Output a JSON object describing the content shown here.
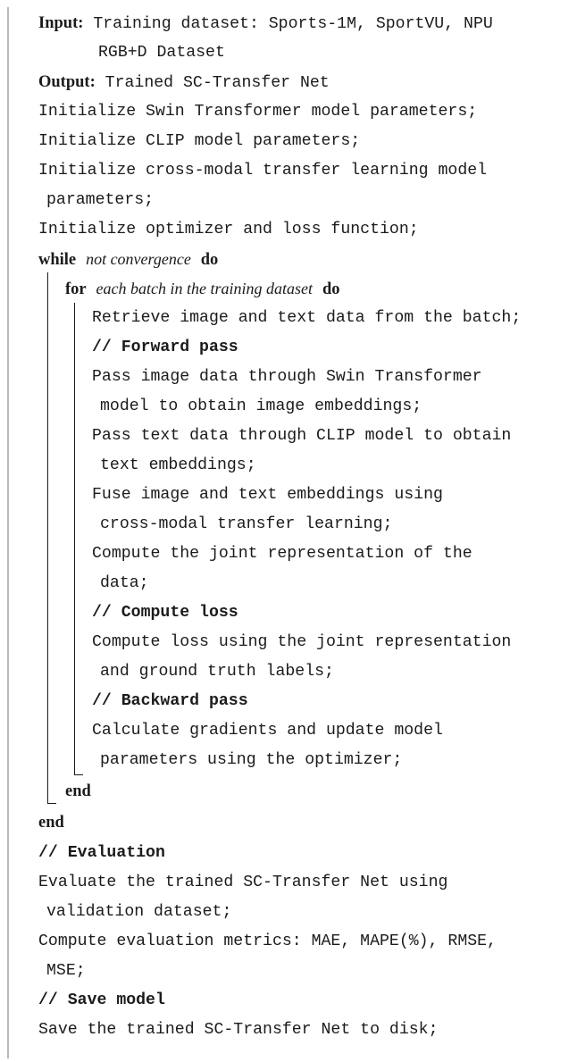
{
  "input": {
    "label": "Input:",
    "text": "Training dataset: Sports-1M, SportVU, NPU",
    "cont": "RGB+D Dataset"
  },
  "output": {
    "label": "Output:",
    "text": "Trained SC-Transfer Net"
  },
  "init": [
    "Initialize Swin Transformer model parameters;",
    "Initialize CLIP model parameters;",
    "Initialize cross-modal transfer learning model",
    "parameters;",
    "Initialize optimizer and loss function;"
  ],
  "while_loop": {
    "kw": "while",
    "cond": "not convergence",
    "do": "do",
    "end": "end"
  },
  "for_loop": {
    "kw": "for",
    "cond": "each batch in the training dataset",
    "do": "do",
    "end": "end"
  },
  "body": [
    "Retrieve image and text data from the batch;",
    "// Forward pass",
    "Pass image data through Swin Transformer",
    "model to obtain image embeddings;",
    "Pass text data through CLIP model to obtain",
    "text embeddings;",
    "Fuse image and text embeddings using",
    "cross-modal transfer learning;",
    "Compute the joint representation of the",
    "data;",
    "// Compute loss",
    "Compute loss using the joint representation",
    "and ground truth labels;",
    "// Backward pass",
    "Calculate gradients and update model",
    "parameters using the optimizer;"
  ],
  "eval": [
    "// Evaluation",
    "Evaluate the trained SC-Transfer Net using",
    "validation dataset;",
    "Compute evaluation metrics: MAE, MAPE(%), RMSE,",
    "MSE;",
    "// Save model",
    "Save the trained SC-Transfer Net to disk;"
  ]
}
